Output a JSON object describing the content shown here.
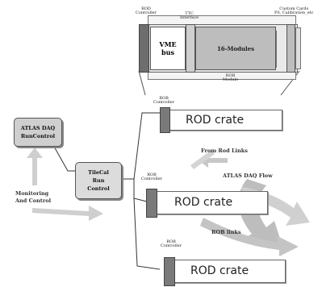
{
  "top_detail": {
    "rod_controller_label": "ROD\nController",
    "ttc_interface_label": "TTC\nInterface",
    "custom_cards_label": "Custom Cards\nPS, Calibration_etc",
    "vme_bus_label": "VME\nbus",
    "modules_label": "16-Modules",
    "rob_module_label": "ROB\nModule"
  },
  "crates": [
    {
      "controller_label": "ROB\nController",
      "label": "ROD crate"
    },
    {
      "controller_label": "ROB\nController",
      "label": "ROD crate"
    },
    {
      "controller_label": "ROB\nController",
      "label": "ROD crate"
    }
  ],
  "daq_box": {
    "line1": "ATLAS DAQ",
    "line2": "RunControl"
  },
  "tile_box": {
    "line1": "TileCal",
    "line2": "Run",
    "line3": "Control"
  },
  "annotations": {
    "monitoring": "Monitoring\nAnd Control",
    "from_rod_links": "From Rod Links",
    "atlas_daq_flow": "ATLAS DAQ Flow",
    "rob_links": "ROB links"
  },
  "colors": {
    "arrow_gray": "#bdbdbd",
    "controller_gray": "#7a7a7a"
  }
}
